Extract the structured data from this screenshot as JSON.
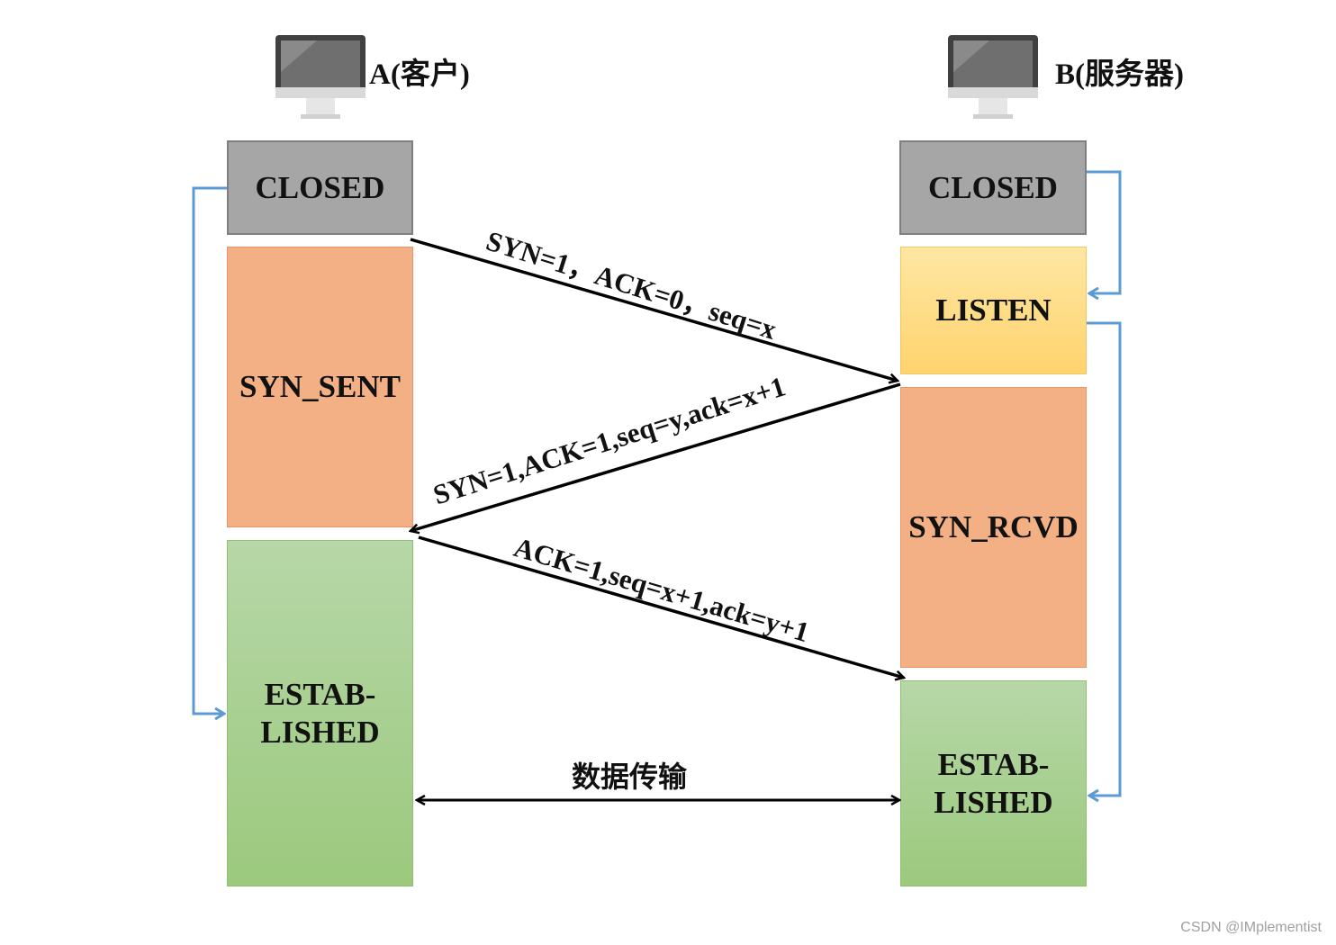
{
  "client": {
    "label": "A(客户)",
    "icon": "computer-monitor-icon"
  },
  "server": {
    "label": "B(服务器)",
    "icon": "computer-monitor-icon"
  },
  "client_states": {
    "closed": "CLOSED",
    "syn_sent": "SYN_SENT",
    "established": "ESTAB-\nLISHED"
  },
  "server_states": {
    "closed": "CLOSED",
    "listen": "LISTEN",
    "syn_rcvd": "SYN_RCVD",
    "established": "ESTAB-\nLISHED"
  },
  "messages": {
    "first": "SYN=1，ACK=0，seq=x",
    "second": "SYN=1,ACK=1,seq=y,ack=x+1",
    "third": "ACK=1,seq=x+1,ack=y+1"
  },
  "data_transfer": "数据传输",
  "watermark": "CSDN @IMplementist",
  "colors": {
    "closed": "#a6a6a6",
    "syn_state": "#f3b085",
    "listen": "#ffd36e",
    "established": "#9bc97d",
    "state_change_arrow": "#5b9bd5",
    "message_arrow": "#000000"
  }
}
